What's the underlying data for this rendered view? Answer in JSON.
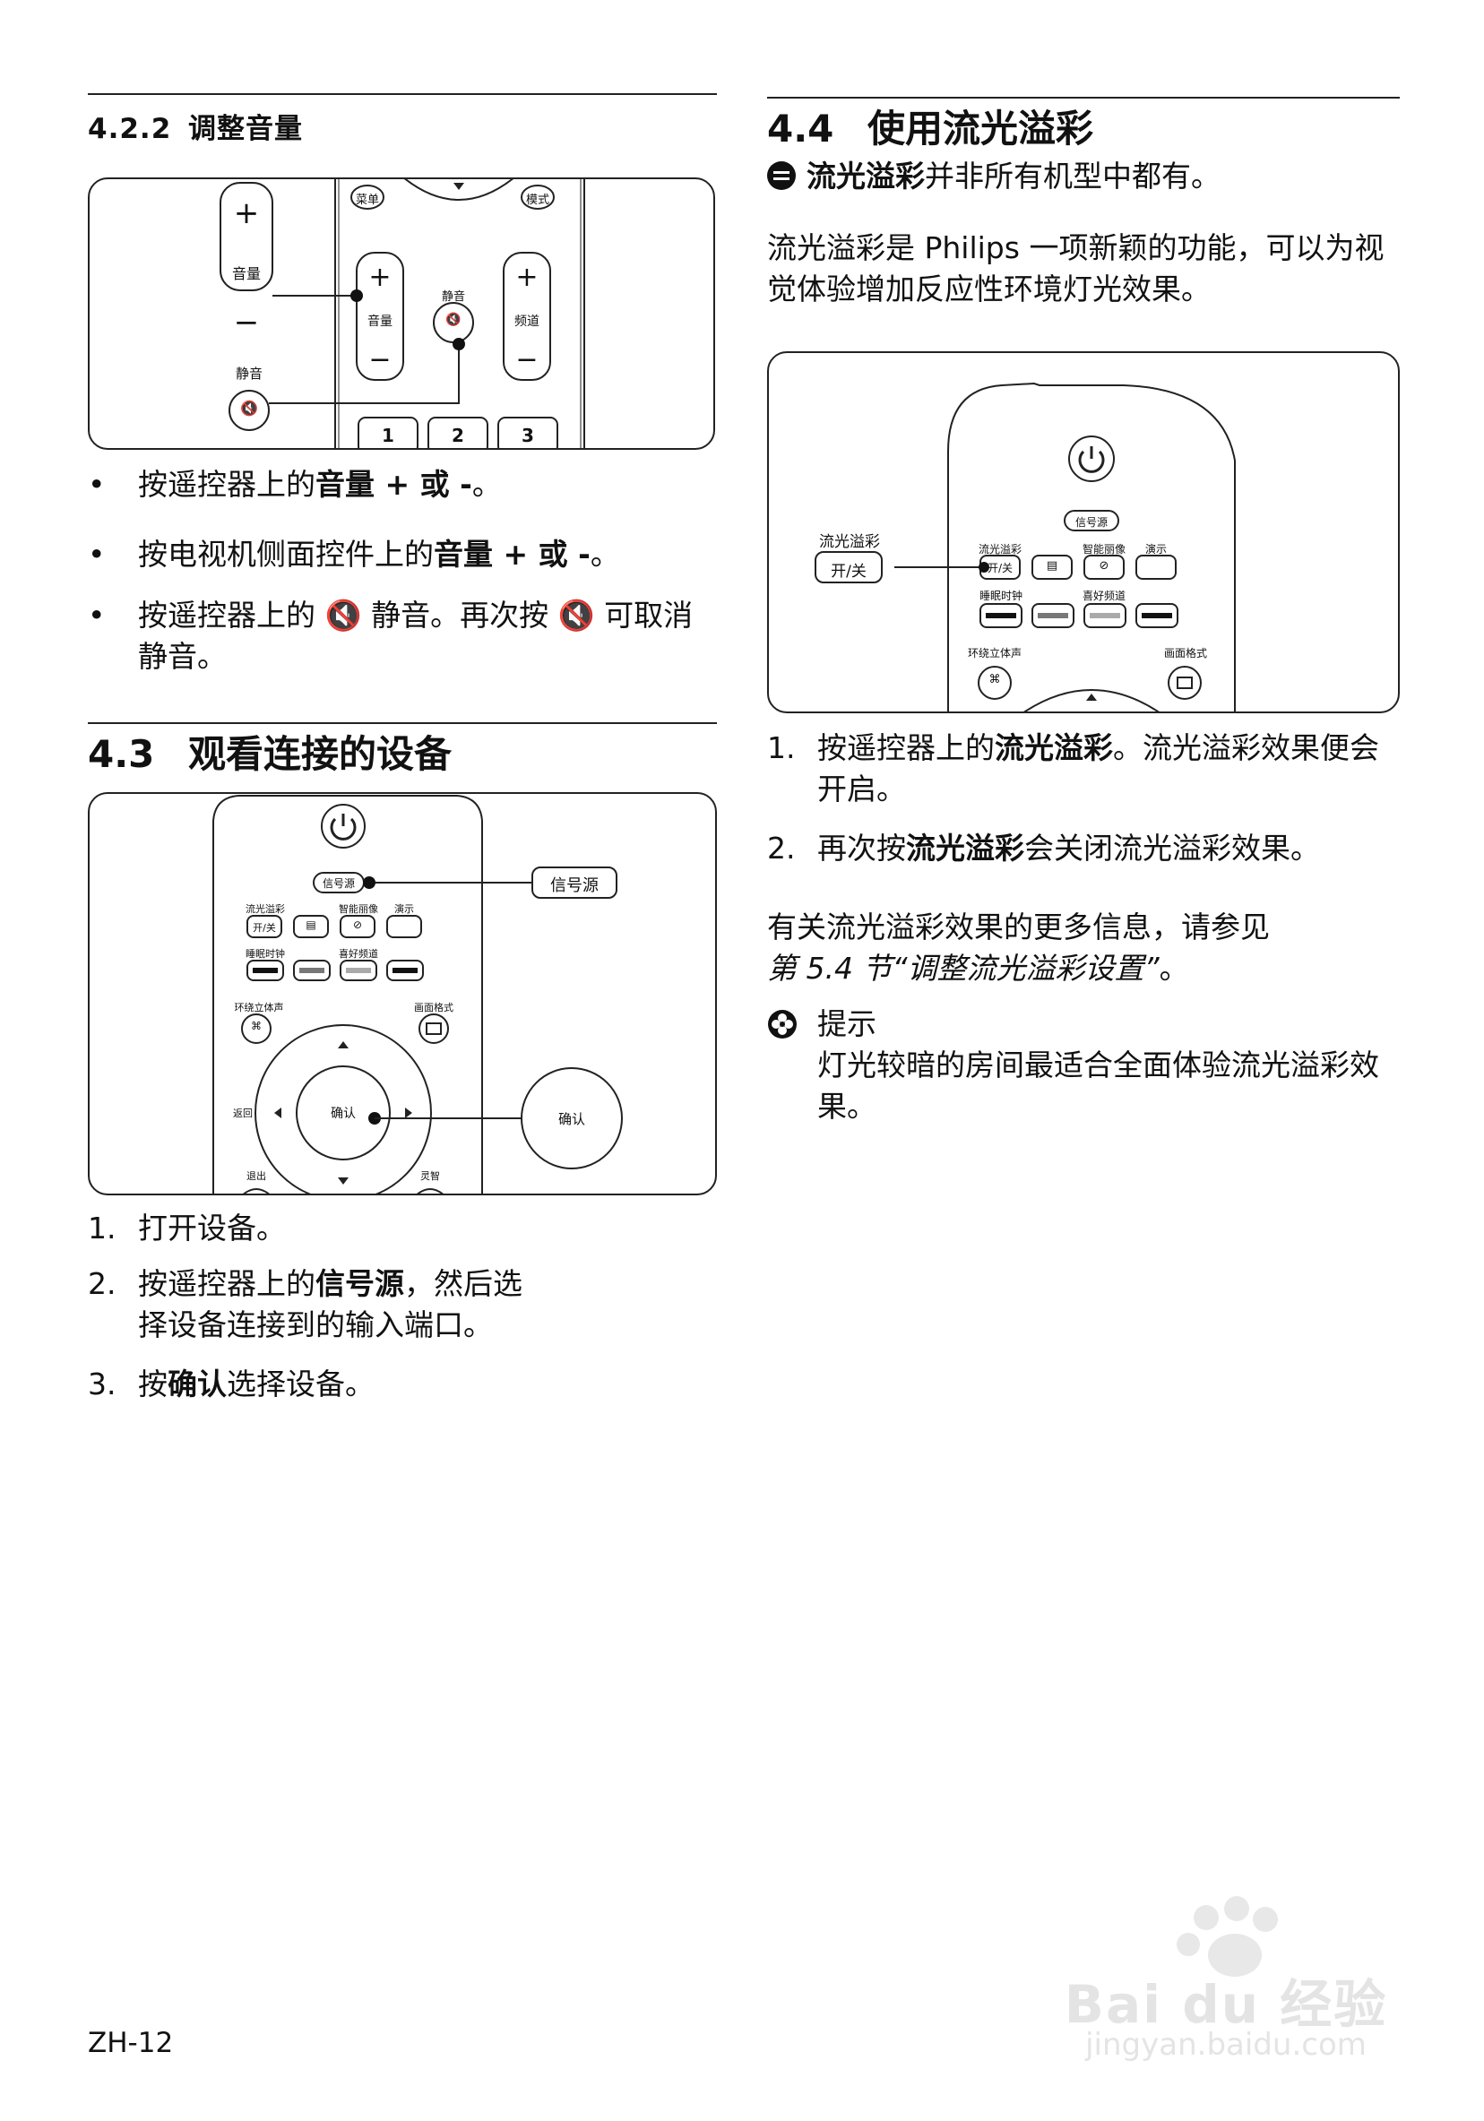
{
  "left": {
    "sec422": {
      "num": "4.2.2",
      "title": "调整音量"
    },
    "vol_bullets": [
      {
        "marker": "•",
        "pre": "按遥控器上的",
        "bold": "音量 + 或 -",
        "post": "。"
      },
      {
        "marker": "•",
        "pre": "按电视机侧面控件上的",
        "bold": "音量 + 或 -",
        "post": "。"
      },
      {
        "marker": "•",
        "pre": "按遥控器上的 ",
        "bold": "🔇",
        "mid": " 静音。再次按 ",
        "bold2": "🔇",
        "post": " 可取消静音。"
      }
    ],
    "sec43": {
      "num": "4.3",
      "title": "观看连接的设备"
    },
    "steps43": [
      {
        "marker": "1.",
        "pre": "打开设备。"
      },
      {
        "marker": "2.",
        "pre": "按遥控器上的",
        "bold": "信号源",
        "post": "，然后选择设备连接到的输入端口。"
      },
      {
        "marker": "3.",
        "pre": "按",
        "bold": "确认",
        "post": "选择设备。"
      }
    ]
  },
  "right": {
    "sec44": {
      "num": "4.4",
      "title": "使用流光溢彩"
    },
    "note": {
      "bold": "流光溢彩",
      "text": "并非所有机型中都有。"
    },
    "intro": "流光溢彩是 Philips 一项新颖的功能，可以为视觉体验增加反应性环境灯光效果。",
    "steps44": [
      {
        "marker": "1.",
        "pre": "按遥控器上的",
        "bold": "流光溢彩",
        "post": "。流光溢彩效果便会开启。"
      },
      {
        "marker": "2.",
        "pre": "再次按",
        "bold": "流光溢彩",
        "post": "会关闭流光溢彩效果。"
      }
    ],
    "more_info": "有关流光溢彩效果的更多信息，请参见",
    "more_ref": "第 5.4 节“调整流光溢彩设置”",
    "more_end": "。",
    "tip_title": "提示",
    "tip_text": "灯光较暗的房间最适合全面体验流光溢彩效果。"
  },
  "figures": {
    "vol": {
      "side_plus": "+",
      "side_label": "音量",
      "side_minus": "−",
      "side_mute_label": "静音",
      "menu": "菜单",
      "mode": "模式",
      "vol_plus": "+",
      "vol_label": "音量",
      "vol_minus": "−",
      "mute_label": "静音",
      "ch_plus": "+",
      "ch_label": "频道",
      "ch_minus": "−",
      "n1": "1",
      "n2": "2",
      "n3": "3"
    },
    "source": {
      "source": "信号源",
      "callout": "信号源",
      "ambi": "流光溢彩",
      "onoff": "开/关",
      "smart": "智能丽像",
      "demo": "演示",
      "sleep": "睡眠时钟",
      "fav": "喜好频道",
      "surround": "环绕立体声",
      "format": "画面格式",
      "back": "返回",
      "ok": "确认",
      "ok_callout": "确认",
      "exit": "退出",
      "smart2": "灵智"
    },
    "ambi": {
      "callout_label": "流光溢彩",
      "callout_btn": "开/关",
      "source": "信号源",
      "ambi": "流光溢彩",
      "onoff": "开/关",
      "smart": "智能丽像",
      "demo": "演示",
      "sleep": "睡眠时钟",
      "fav": "喜好频道",
      "surround": "环绕立体声",
      "format": "画面格式"
    }
  },
  "footer": {
    "page": "ZH-12"
  },
  "watermark": {
    "brand": "Bai du 经验",
    "url": "jingyan.baidu.com"
  }
}
